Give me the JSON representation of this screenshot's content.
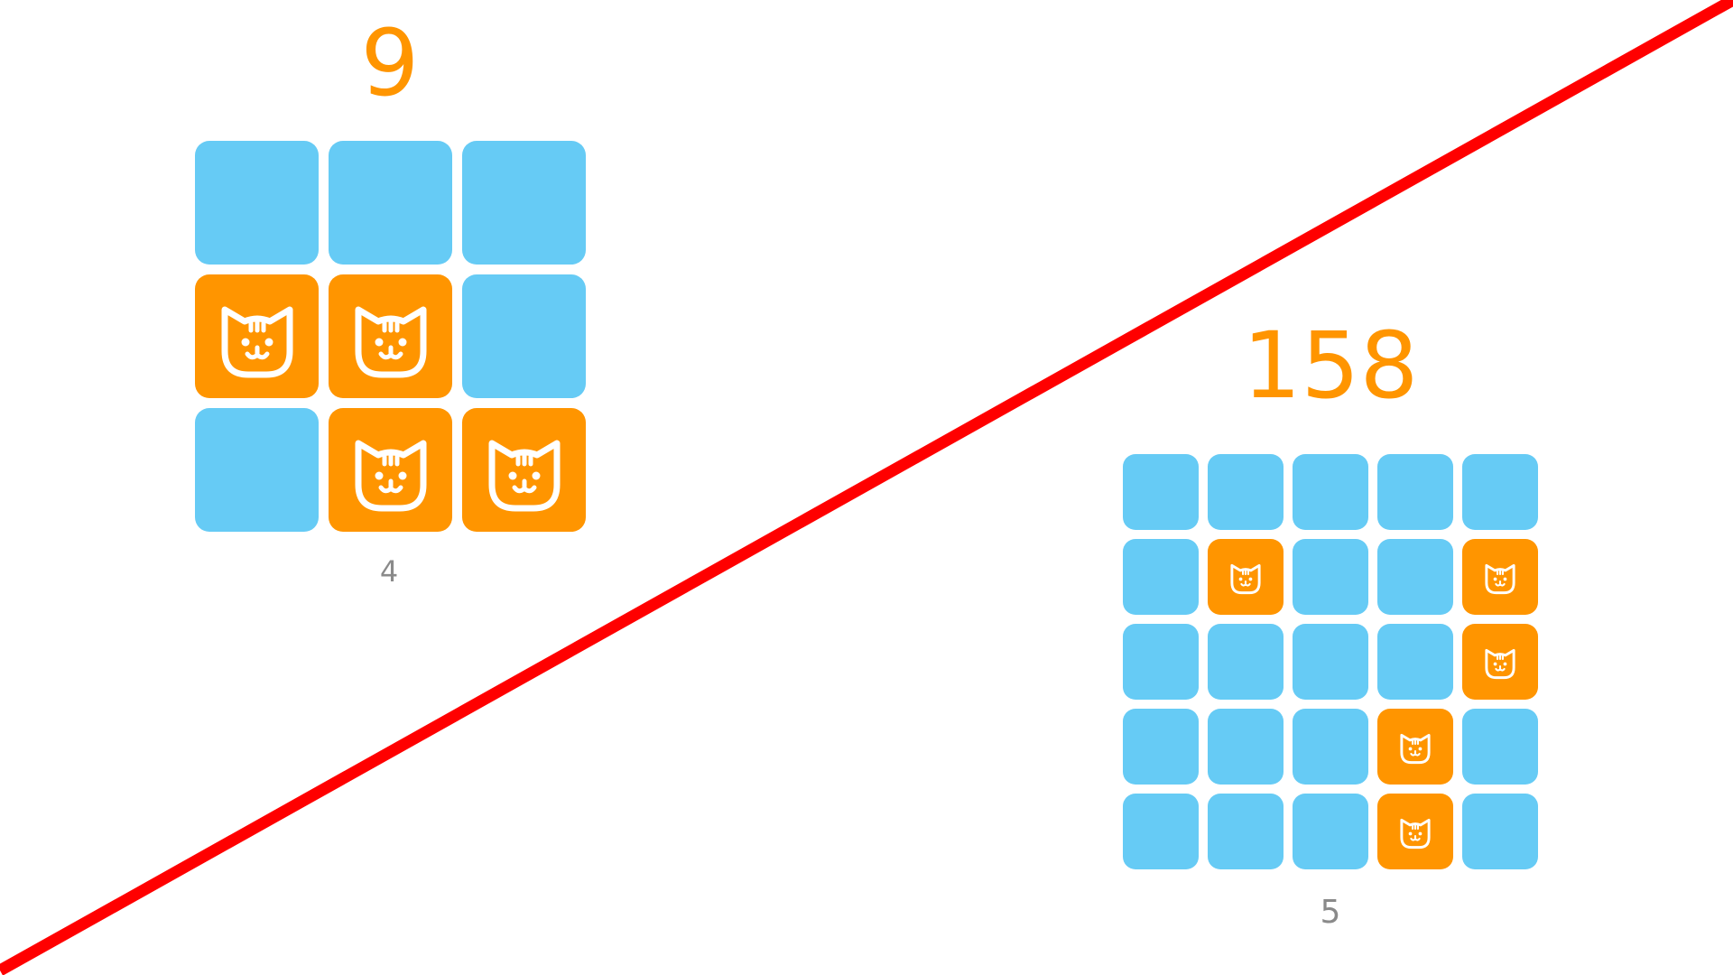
{
  "colors": {
    "empty_tile": "#66cbf5",
    "cat_tile": "#ff9500",
    "score_text": "#ff9500",
    "count_text": "#8a8a8a",
    "divider_line": "#ff0000",
    "icon_stroke": "#ffffff"
  },
  "panel_a": {
    "score": "9",
    "count": "4",
    "rows": 3,
    "cols": 3,
    "cells": [
      "empty",
      "empty",
      "empty",
      "cat",
      "cat",
      "empty",
      "empty",
      "cat",
      "cat"
    ]
  },
  "panel_b": {
    "score": "158",
    "count": "5",
    "rows": 5,
    "cols": 5,
    "cells": [
      "empty",
      "empty",
      "empty",
      "empty",
      "empty",
      "empty",
      "cat",
      "empty",
      "empty",
      "cat",
      "empty",
      "empty",
      "empty",
      "empty",
      "cat",
      "empty",
      "empty",
      "empty",
      "cat",
      "empty",
      "empty",
      "empty",
      "empty",
      "cat",
      "empty"
    ]
  },
  "icons": {
    "cat_tile_icon": "cat-face-icon"
  }
}
